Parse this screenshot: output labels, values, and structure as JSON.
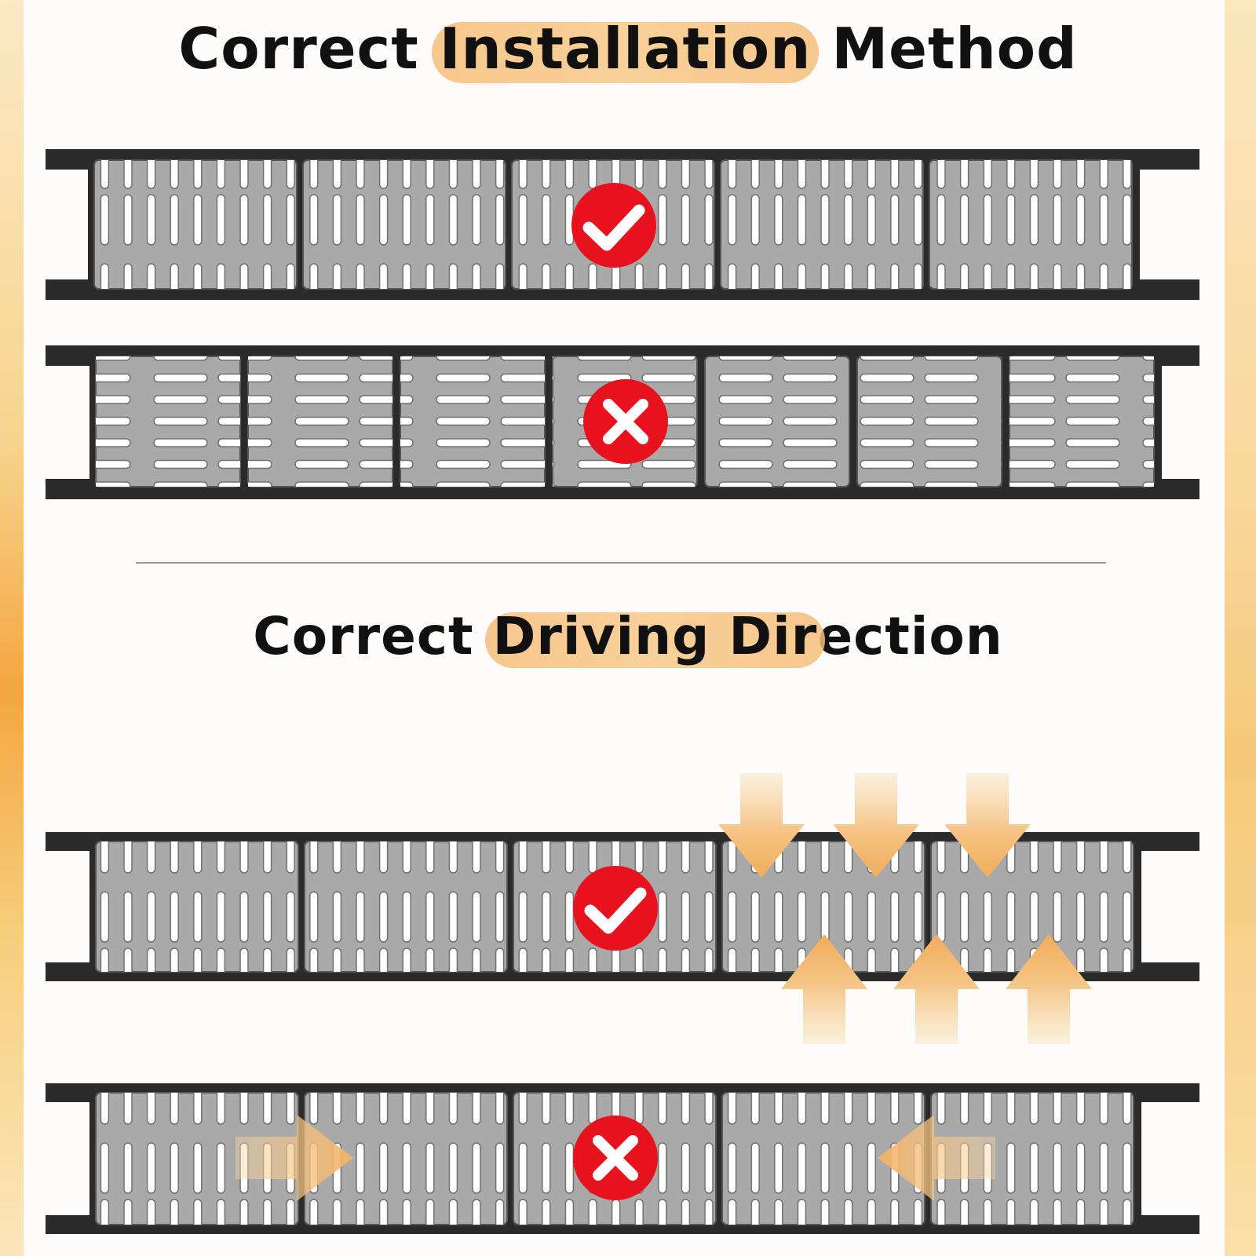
{
  "section_install": {
    "title_before": "Correct ",
    "title_highlight": "Installation",
    "title_after": " Method",
    "correct_row": {
      "mark": "check-icon",
      "orientation": "vertical-slots"
    },
    "wrong_row": {
      "mark": "cross-icon",
      "orientation": "horizontal-slots"
    }
  },
  "section_drive": {
    "title_before": "Correct ",
    "title_highlight": "Driving Dir",
    "title_after": "ection",
    "correct_row": {
      "mark": "check-icon",
      "arrows": "perpendicular"
    },
    "wrong_row": {
      "mark": "cross-icon",
      "arrows": "parallel"
    }
  },
  "colors": {
    "rail": "#2b2b2b",
    "tile": "#a9a9a9",
    "slot": "#ffffff",
    "mark": "#e8121e",
    "highlight": "#f6be7a",
    "arrow": "#f3b66a"
  }
}
